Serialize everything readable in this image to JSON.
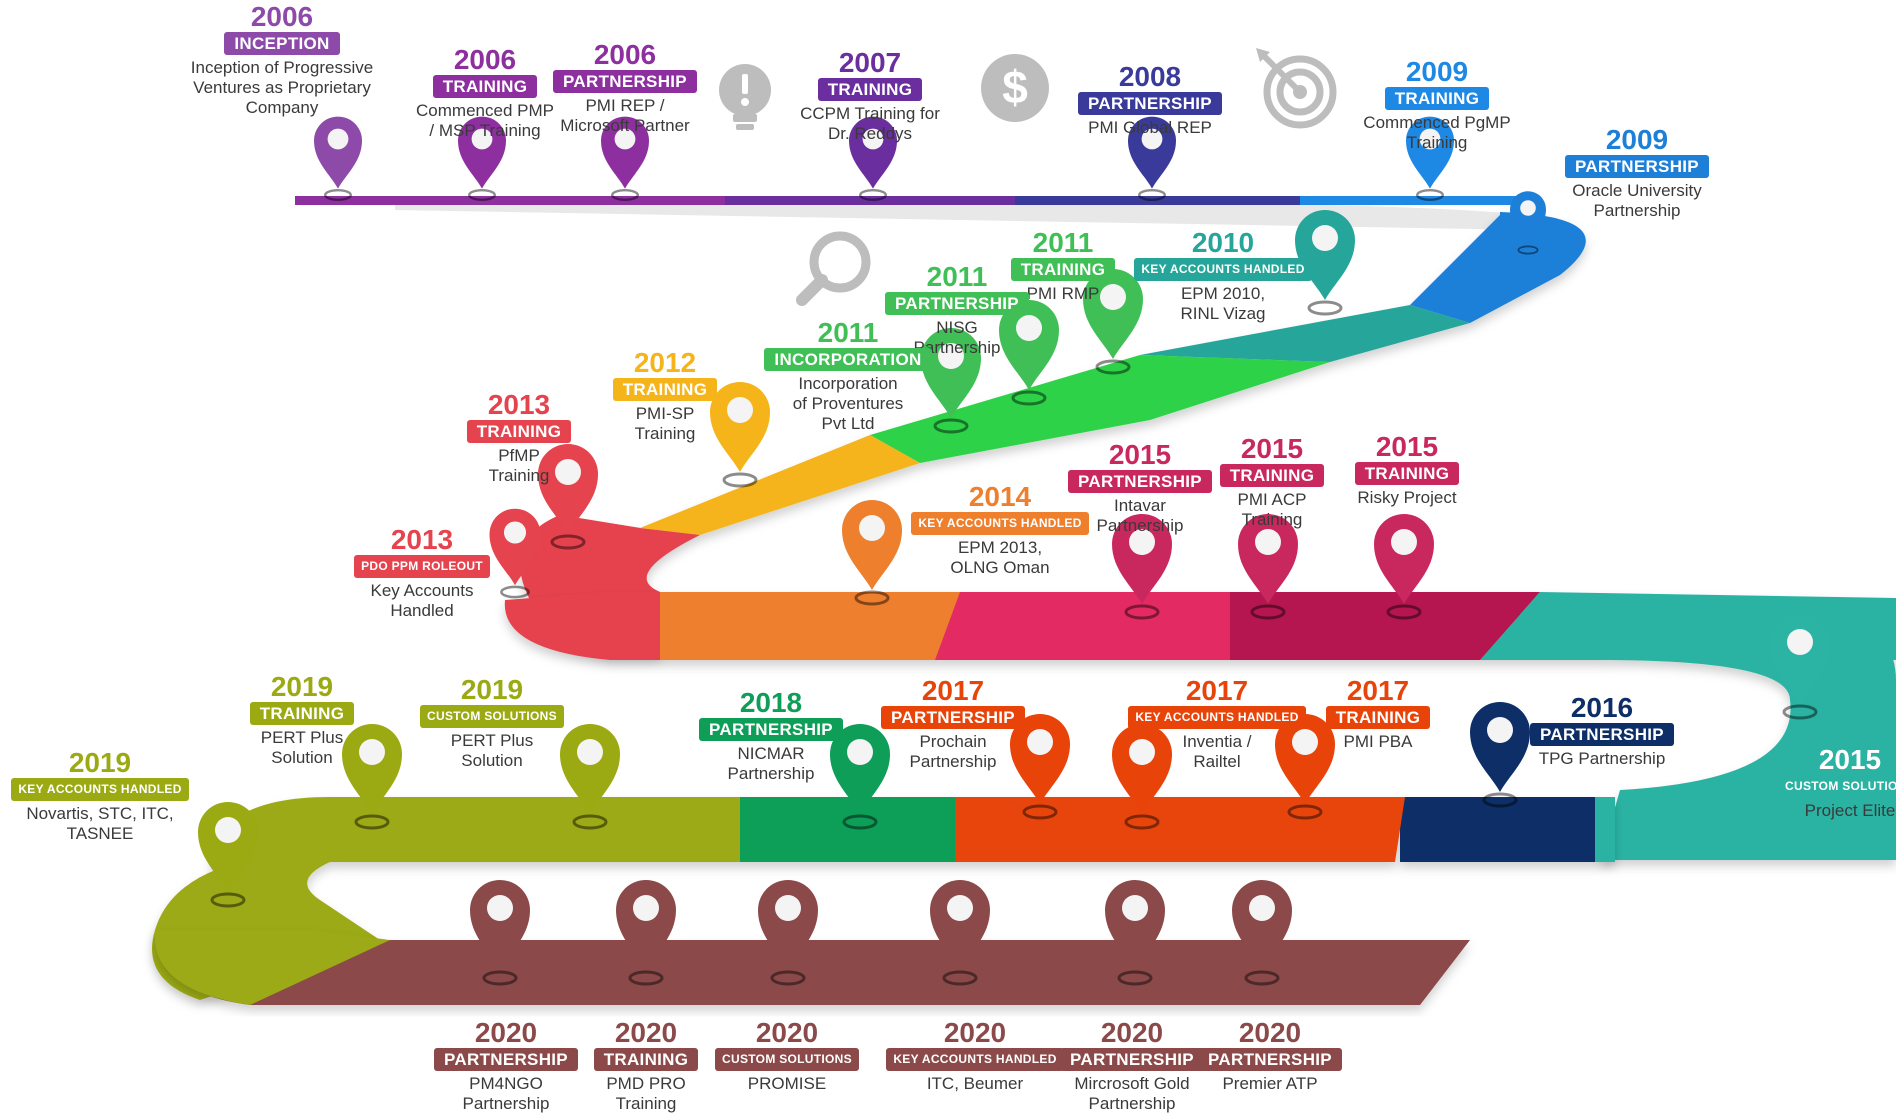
{
  "colors": {
    "purple": "#8E3AA8",
    "indigo": "#3F3D9E",
    "blue": "#1E88E5",
    "teal": "#26A69A",
    "green": "#2ED24A",
    "yellow": "#F5B41A",
    "red": "#E5434D",
    "orange": "#EE7F2D",
    "pink": "#D4245E",
    "crimson": "#B5194F",
    "aqua": "#2BB3A3",
    "navy": "#0D2E66",
    "redorange": "#E8440A",
    "emerald": "#0E9E58",
    "olive": "#9BAA12",
    "brown": "#8B4A49"
  },
  "icons": [
    "idea-icon",
    "dollar-icon",
    "target-icon",
    "search-icon"
  ],
  "events": [
    {
      "id": "e1",
      "year": "2006",
      "tag": "INCEPTION",
      "desc": "Inception of Progressive\nVentures as Proprietary\nCompany",
      "color": "#8E4AA8"
    },
    {
      "id": "e2",
      "year": "2006",
      "tag": "TRAINING",
      "desc": "Commenced PMP\n/ MSP Training",
      "color": "#8E2FA0"
    },
    {
      "id": "e3",
      "year": "2006",
      "tag": "PARTNERSHIP",
      "desc": "PMI REP  /\nMicrosoft Partner",
      "color": "#8E2FA0"
    },
    {
      "id": "e4",
      "year": "2007",
      "tag": "TRAINING",
      "desc": "CCPM Training for\nDr. Reddys",
      "color": "#6A2E9E"
    },
    {
      "id": "e5",
      "year": "2008",
      "tag": "PARTNERSHIP",
      "desc": "PMI Global REP",
      "color": "#3A3A9A"
    },
    {
      "id": "e6",
      "year": "2009",
      "tag": "TRAINING",
      "desc": "Commenced PgMP\nTraining",
      "color": "#1E88E5"
    },
    {
      "id": "e7",
      "year": "2009",
      "tag": "PARTNERSHIP",
      "desc": "Oracle University\nPartnership",
      "color": "#1E7FD8"
    },
    {
      "id": "e8",
      "year": "2010",
      "tag": "KEY ACCOUNTS HANDLED",
      "desc": "EPM 2010,\nRINL Vizag",
      "color": "#26A69A"
    },
    {
      "id": "e9",
      "year": "2011",
      "tag": "TRAINING",
      "desc": "PMI RMP",
      "color": "#3FBF55"
    },
    {
      "id": "e10",
      "year": "2011",
      "tag": "PARTNERSHIP",
      "desc": "NISG\nPartnership",
      "color": "#3FBF55"
    },
    {
      "id": "e11",
      "year": "2011",
      "tag": "INCORPORATION",
      "desc": "Incorporation\nof Proventures\nPvt Ltd",
      "color": "#3FBF55"
    },
    {
      "id": "e12",
      "year": "2012",
      "tag": "TRAINING",
      "desc": "PMI-SP\nTraining",
      "color": "#F5B41A"
    },
    {
      "id": "e13",
      "year": "2013",
      "tag": "TRAINING",
      "desc": "PfMP\nTraining",
      "color": "#E5434D"
    },
    {
      "id": "e14",
      "year": "2013",
      "tag": "PDO PPM ROLEOUT",
      "desc": "Key Accounts\nHandled",
      "color": "#E5434D"
    },
    {
      "id": "e15",
      "year": "2014",
      "tag": "KEY ACCOUNTS HANDLED",
      "desc": "EPM 2013,\nOLNG Oman",
      "color": "#EE7F2D"
    },
    {
      "id": "e16",
      "year": "2015",
      "tag": "PARTNERSHIP",
      "desc": "Intavar\nPartnership",
      "color": "#C9285E"
    },
    {
      "id": "e17",
      "year": "2015",
      "tag": "TRAINING",
      "desc": "PMI ACP\nTraining",
      "color": "#C9285E"
    },
    {
      "id": "e18",
      "year": "2015",
      "tag": "TRAINING",
      "desc": "Risky Project",
      "color": "#C9285E"
    },
    {
      "id": "e19",
      "year": "2015",
      "tag": "CUSTOM SOLUTIONS",
      "desc": "Project Elite",
      "color": "#2BB3A3"
    },
    {
      "id": "e20",
      "year": "2016",
      "tag": "PARTNERSHIP",
      "desc": "TPG Partnership",
      "color": "#0D2E66"
    },
    {
      "id": "e21",
      "year": "2017",
      "tag": "TRAINING",
      "desc": "PMI PBA",
      "color": "#E8440A"
    },
    {
      "id": "e22",
      "year": "2017",
      "tag": "KEY ACCOUNTS HANDLED",
      "desc": "Inventia /\nRailtel",
      "color": "#E8440A"
    },
    {
      "id": "e23",
      "year": "2017",
      "tag": "PARTNERSHIP",
      "desc": "Prochain\nPartnership",
      "color": "#E8440A"
    },
    {
      "id": "e24",
      "year": "2018",
      "tag": "PARTNERSHIP",
      "desc": "NICMAR\nPartnership",
      "color": "#0E9E58"
    },
    {
      "id": "e25",
      "year": "2019",
      "tag": "CUSTOM SOLUTIONS",
      "desc": "PERT Plus\nSolution",
      "color": "#9BAA12"
    },
    {
      "id": "e26",
      "year": "2019",
      "tag": "TRAINING",
      "desc": "PERT Plus\nSolution",
      "color": "#9BAA12"
    },
    {
      "id": "e27",
      "year": "2019",
      "tag": "KEY ACCOUNTS HANDLED",
      "desc": "Novartis, STC, ITC,\nTASNEE",
      "color": "#9BAA12"
    },
    {
      "id": "e28",
      "year": "2020",
      "tag": "PARTNERSHIP",
      "desc": "PM4NGO\nPartnership",
      "color": "#8B4A49"
    },
    {
      "id": "e29",
      "year": "2020",
      "tag": "TRAINING",
      "desc": "PMD PRO\nTraining",
      "color": "#8B4A49"
    },
    {
      "id": "e30",
      "year": "2020",
      "tag": "CUSTOM SOLUTIONS",
      "desc": "PROMISE",
      "color": "#8B4A49"
    },
    {
      "id": "e31",
      "year": "2020",
      "tag": "KEY ACCOUNTS HANDLED",
      "desc": "ITC, Beumer",
      "color": "#8B4A49"
    },
    {
      "id": "e32",
      "year": "2020",
      "tag": "PARTNERSHIP",
      "desc": "Mircrosoft Gold\nPartnership",
      "color": "#8B4A49"
    },
    {
      "id": "e33",
      "year": "2020",
      "tag": "PARTNERSHIP",
      "desc": "Premier ATP",
      "color": "#8B4A49"
    }
  ]
}
